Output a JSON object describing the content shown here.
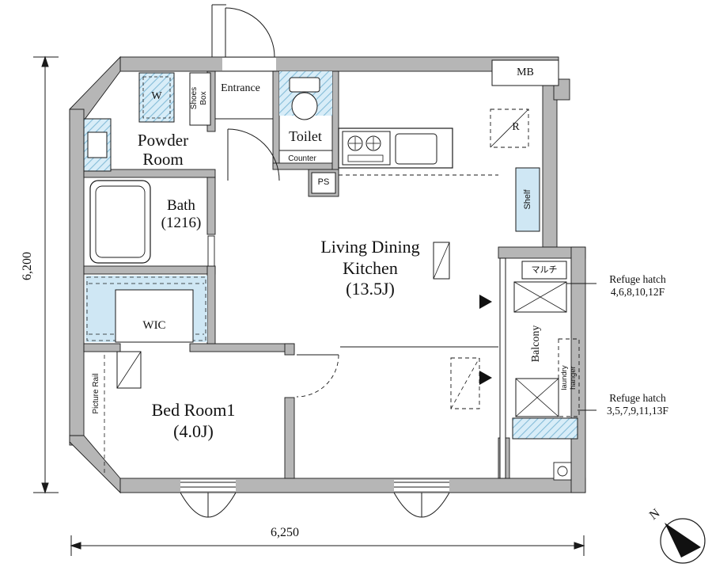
{
  "colors": {
    "wall_gray": "#b6b6b6",
    "hatch_blue_bg": "#d8edf8",
    "hatch_blue_line": "#85bcd8",
    "shelf_blue": "#cfe7f4",
    "line_black": "#1a1a1a"
  },
  "rooms": {
    "powder_room": "Powder\nRoom",
    "entrance": "Entrance",
    "shoes_box": "Shoes\nBox",
    "toilet": "Toilet",
    "counter": "Counter",
    "ps": "PS",
    "washer": "W",
    "meter_box": "MB",
    "refrigerator": "R",
    "shelf": "Shelf",
    "ldk": "Living Dining\nKitchen\n(13.5J)",
    "bath": "Bath\n(1216)",
    "wic": "WIC",
    "bedroom": "Bed Room1\n(4.0J)",
    "picture_rail": "Picture Rail",
    "balcony": "Balcony",
    "multi_outlet": "マルチ",
    "laundry_hanger": "laundry\nhanger"
  },
  "annotations": {
    "refuge_hatch_upper": "Refuge hatch\n4,6,8,10,12F",
    "refuge_hatch_lower": "Refuge hatch\n3,5,7,9,11,13F"
  },
  "dimensions": {
    "height": "6,200",
    "width": "6,250"
  },
  "compass": {
    "north": "N"
  }
}
